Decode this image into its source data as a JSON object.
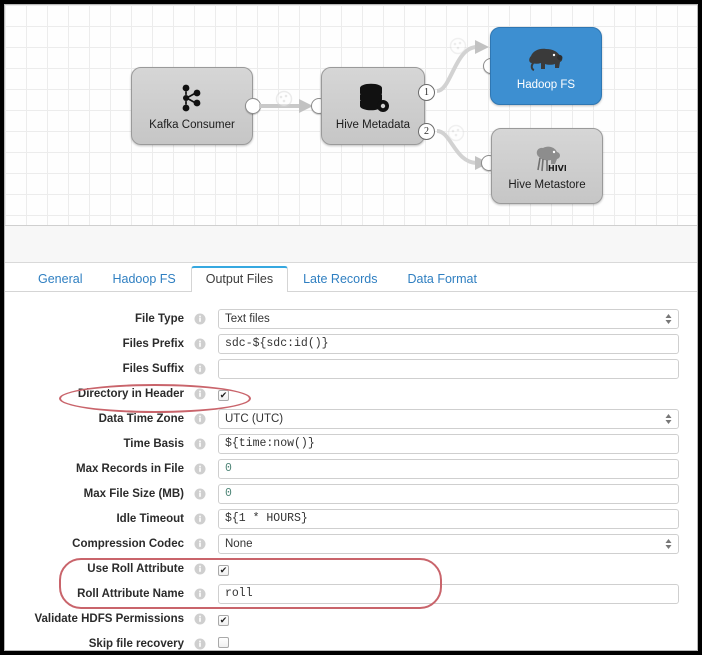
{
  "pipeline": {
    "nodes": [
      {
        "id": "kafka-consumer",
        "label": "Kafka Consumer",
        "icon": "kafka-icon",
        "state": "inactive"
      },
      {
        "id": "hive-metadata",
        "label": "Hive Metadata",
        "icon": "database-gear-icon",
        "state": "inactive"
      },
      {
        "id": "hadoop-fs",
        "label": "Hadoop FS",
        "icon": "hadoop-elephant-icon",
        "state": "selected",
        "color": "#3d8fd1"
      },
      {
        "id": "hive-metastore",
        "label": "Hive Metastore",
        "icon": "hive-bee-icon",
        "state": "inactive"
      }
    ],
    "output_badges": [
      "1",
      "2"
    ]
  },
  "tabs": [
    {
      "id": "general",
      "label": "General",
      "active": false
    },
    {
      "id": "hadoop-fs",
      "label": "Hadoop FS",
      "active": false
    },
    {
      "id": "output-files",
      "label": "Output Files",
      "active": true
    },
    {
      "id": "late-records",
      "label": "Late Records",
      "active": false
    },
    {
      "id": "data-format",
      "label": "Data Format",
      "active": false
    }
  ],
  "form": {
    "fields": [
      {
        "id": "file-type",
        "label": "File Type",
        "type": "select",
        "value": "Text files"
      },
      {
        "id": "files-prefix",
        "label": "Files Prefix",
        "type": "text",
        "value": "sdc-${sdc:id()}"
      },
      {
        "id": "files-suffix",
        "label": "Files Suffix",
        "type": "text",
        "value": ""
      },
      {
        "id": "directory-in-header",
        "label": "Directory in Header",
        "type": "checkbox",
        "checked": true
      },
      {
        "id": "data-time-zone",
        "label": "Data Time Zone",
        "type": "select",
        "value": "UTC (UTC)"
      },
      {
        "id": "time-basis",
        "label": "Time Basis",
        "type": "text",
        "value": "${time:now()}"
      },
      {
        "id": "max-records-in-file",
        "label": "Max Records in File",
        "type": "number",
        "value": "0"
      },
      {
        "id": "max-file-size-mb",
        "label": "Max File Size (MB)",
        "type": "number",
        "value": "0"
      },
      {
        "id": "idle-timeout",
        "label": "Idle Timeout",
        "type": "text",
        "value": "${1 * HOURS}"
      },
      {
        "id": "compression-codec",
        "label": "Compression Codec",
        "type": "select",
        "value": "None"
      },
      {
        "id": "use-roll-attribute",
        "label": "Use Roll Attribute",
        "type": "checkbox",
        "checked": true
      },
      {
        "id": "roll-attribute-name",
        "label": "Roll Attribute Name",
        "type": "text",
        "value": "roll"
      },
      {
        "id": "validate-hdfs-permissions",
        "label": "Validate HDFS Permissions",
        "type": "checkbox",
        "checked": true
      },
      {
        "id": "skip-file-recovery",
        "label": "Skip file recovery",
        "type": "checkbox",
        "checked": false
      }
    ]
  },
  "annotations": {
    "color": "#c9646b",
    "highlights": [
      "directory-in-header",
      "use-roll-attribute + roll-attribute-name"
    ]
  },
  "colors": {
    "accent_blue": "#3d8fd1",
    "tab_active_underline": "#36a8e0",
    "link_blue": "#2f7fc1",
    "number_value": "#4d8476",
    "annotation_red": "#c9646b"
  }
}
